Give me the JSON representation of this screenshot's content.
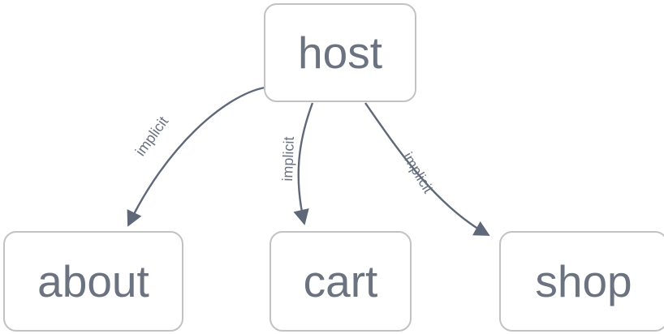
{
  "diagram": {
    "type": "directed-graph",
    "background_color": "#ffffff",
    "node_border_color": "#c2c2c2",
    "node_fill_color": "#ffffff",
    "text_color": "#6b7280",
    "edge_color": "#5f6878",
    "nodes": [
      {
        "id": "host",
        "label": "host"
      },
      {
        "id": "about",
        "label": "about"
      },
      {
        "id": "cart",
        "label": "cart"
      },
      {
        "id": "shop",
        "label": "shop"
      }
    ],
    "edges": [
      {
        "from": "host",
        "to": "about",
        "label": "implicit",
        "arrow": "arrowhead-icon"
      },
      {
        "from": "host",
        "to": "cart",
        "label": "implicit",
        "arrow": "arrowhead-icon"
      },
      {
        "from": "host",
        "to": "shop",
        "label": "implicit",
        "arrow": "arrowhead-icon"
      }
    ]
  }
}
